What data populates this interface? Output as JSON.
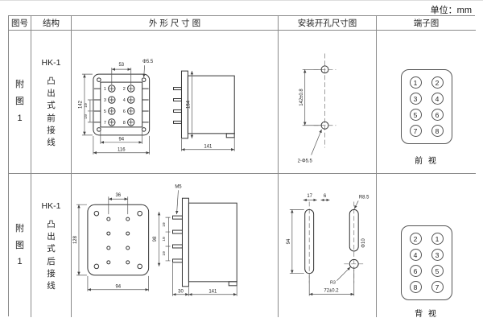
{
  "unit_label": "单位：mm",
  "header": {
    "fig_no": "图号",
    "structure": "结构",
    "outline": "外 形 尺 寸 图",
    "mounting": "安装开孔尺寸图",
    "terminal": "端子图"
  },
  "rows": [
    {
      "fig_label": "附\n图\n1",
      "model": "HK-1",
      "structure_desc": "凸\n出\n式\n前\n接\n线",
      "outline": {
        "dim_top_width": "53",
        "dim_hole": "Φ5.5",
        "dim_height": "142",
        "dim_row_gap_1": "19",
        "dim_row_gap_2": "19",
        "dim_inner_width": "94",
        "dim_outer_width": "116",
        "dim_side_height": "154",
        "dim_depth": "141",
        "terminal_numbers": [
          "1",
          "2",
          "3",
          "4",
          "5",
          "6",
          "7",
          "8"
        ]
      },
      "mounting": {
        "dim_height": "142±0.8",
        "dim_holes": "2-Φ5.5"
      },
      "terminal": {
        "cells": [
          "1",
          "2",
          "3",
          "4",
          "5",
          "6",
          "7",
          "8"
        ],
        "view_label": "前 视"
      }
    },
    {
      "fig_label": "附\n图\n1",
      "model": "HK-1",
      "structure_desc": "凸\n出\n式\n后\n接\n线",
      "outline": {
        "dim_top_width": "36",
        "dim_thread": "M5",
        "dim_height": "128",
        "dim_stud_span": "98",
        "dim_row_gap_1": "19",
        "dim_row_gap_2": "19",
        "dim_row_gap_3": "19",
        "dim_inner_width": "94",
        "dim_flange_depth": "30",
        "dim_depth": "141"
      },
      "mounting": {
        "dim_slot_offset": "17",
        "dim_slot_width": "6",
        "dim_radius_top": "R8.5",
        "dim_height": "94",
        "dim_hole": "Φ10",
        "dim_radius_bottom": "R3",
        "dim_width": "72±0.2"
      },
      "terminal": {
        "cells": [
          "2",
          "1",
          "4",
          "3",
          "6",
          "5",
          "8",
          "7"
        ],
        "view_label": "背 视"
      }
    }
  ]
}
